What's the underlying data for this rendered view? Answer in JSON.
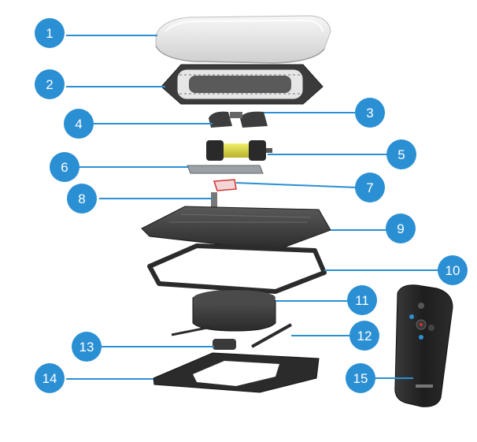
{
  "accent_color": "#2b8fd3",
  "callouts": [
    {
      "number": "1",
      "part": "dome-lid"
    },
    {
      "number": "2",
      "part": "screen-frame"
    },
    {
      "number": "3",
      "part": "fan-brackets"
    },
    {
      "number": "4",
      "part": "fan-brackets-left"
    },
    {
      "number": "5",
      "part": "fan-motor"
    },
    {
      "number": "6",
      "part": "mounting-plate"
    },
    {
      "number": "7",
      "part": "red-clip"
    },
    {
      "number": "8",
      "part": "post"
    },
    {
      "number": "9",
      "part": "base-housing"
    },
    {
      "number": "10",
      "part": "gasket"
    },
    {
      "number": "11",
      "part": "motor-housing"
    },
    {
      "number": "12",
      "part": "rod-right"
    },
    {
      "number": "13",
      "part": "small-block"
    },
    {
      "number": "14",
      "part": "trim-plate"
    },
    {
      "number": "15",
      "part": "remote-control"
    }
  ]
}
